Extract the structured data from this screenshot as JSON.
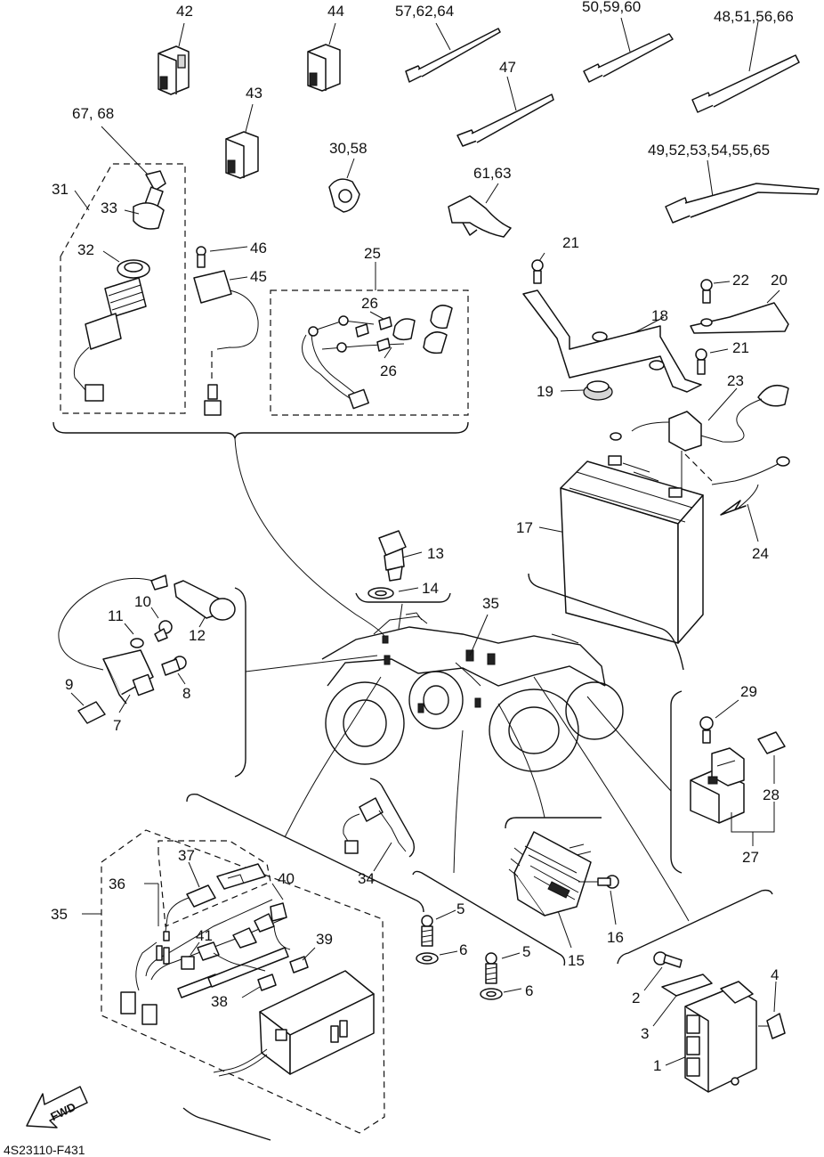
{
  "diagram": {
    "drawing_code": "4S23110-F431",
    "fwd_label": "FWD",
    "callouts": {
      "c42": "42",
      "c44": "44",
      "c57_62_64": "57,62,64",
      "c50_59_60": "50,59,60",
      "c48_51_56_66": "48,51,56,66",
      "c47": "47",
      "c43": "43",
      "c67_68": "67, 68",
      "c30_58": "30,58",
      "c61_63": "61,63",
      "c49_52_53_54_55_65": "49,52,53,54,55,65",
      "c31": "31",
      "c33": "33",
      "c32": "32",
      "c46": "46",
      "c45": "45",
      "c25": "25",
      "c26a": "26",
      "c26b": "26",
      "c21a": "21",
      "c22": "22",
      "c20": "20",
      "c18": "18",
      "c21b": "21",
      "c19": "19",
      "c23": "23",
      "c17": "17",
      "c24": "24",
      "c13": "13",
      "c14": "14",
      "c10": "10",
      "c11": "11",
      "c12": "12",
      "c9": "9",
      "c8": "8",
      "c7": "7",
      "c35a": "35",
      "c29": "29",
      "c28": "28",
      "c27": "27",
      "c37": "37",
      "c36": "36",
      "c40": "40",
      "c35b": "35",
      "c41": "41",
      "c39": "39",
      "c38": "38",
      "c34": "34",
      "c5a": "5",
      "c6a": "6",
      "c5b": "5",
      "c6b": "6",
      "c16": "16",
      "c15": "15",
      "c4": "4",
      "c2": "2",
      "c3": "3",
      "c1": "1"
    }
  }
}
